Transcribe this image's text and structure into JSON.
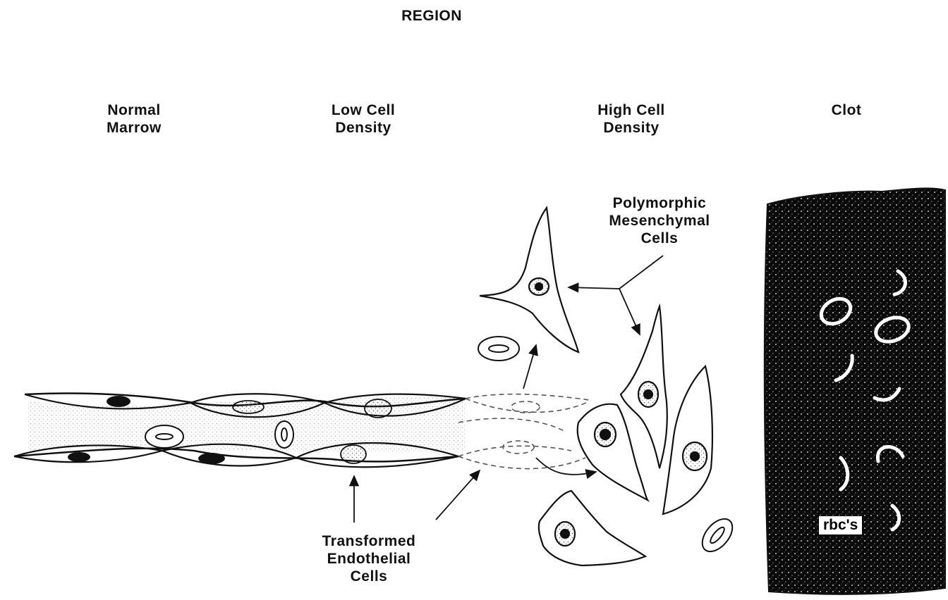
{
  "title": "REGION",
  "regions": [
    {
      "label": "Normal\nMarrow"
    },
    {
      "label": "Low Cell\nDensity"
    },
    {
      "label": "High Cell\nDensity"
    },
    {
      "label": "Clot"
    }
  ],
  "annotations": {
    "polymorphic": "Polymorphic\nMesenchymal\nCells",
    "transformed": "Transformed\nEndothelial\nCells",
    "rbc": "rbc's"
  }
}
